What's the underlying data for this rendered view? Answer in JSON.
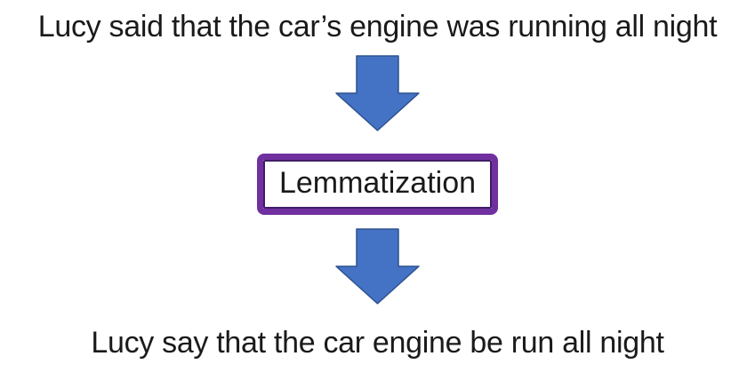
{
  "diagram": {
    "input_sentence": "Lucy said that the car’s engine was running all night",
    "process_label": "Lemmatization",
    "output_sentence": "Lucy say that the car engine be run all night",
    "icons": {
      "top_arrow": "block-down-arrow",
      "bottom_arrow": "block-down-arrow"
    },
    "colors": {
      "arrow_fill": "#4472C4",
      "arrow_stroke": "#2F528F",
      "box_border_outer": "#7030A0",
      "box_border_inner": "#3F1D66",
      "text": "#1A1A1A",
      "background": "#FFFFFF"
    }
  }
}
